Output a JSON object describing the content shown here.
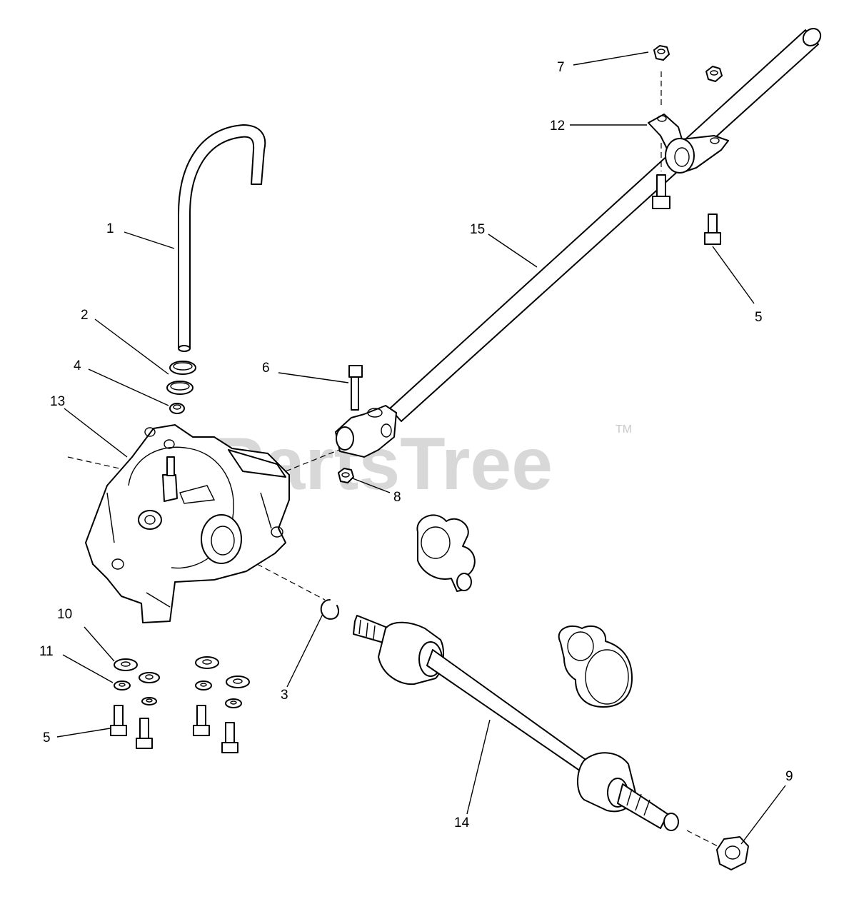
{
  "watermark": {
    "text": "PartsTree",
    "tm": "TM"
  },
  "callouts": {
    "c1": "1",
    "c2": "2",
    "c3": "3",
    "c4": "4",
    "c5a": "5",
    "c5b": "5",
    "c6": "6",
    "c7": "7",
    "c8": "8",
    "c9": "9",
    "c10": "10",
    "c11": "11",
    "c12": "12",
    "c13": "13",
    "c14": "14",
    "c15": "15"
  }
}
